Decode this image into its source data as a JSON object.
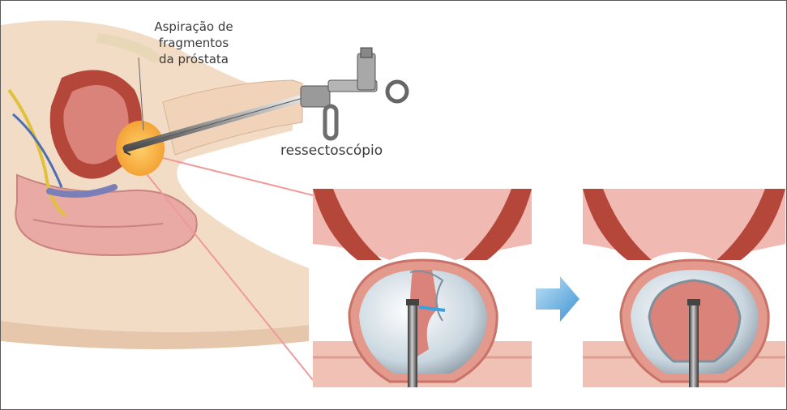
{
  "labels": {
    "aspiration_line1": "Aspiração de",
    "aspiration_line2": "fragmentos",
    "aspiration_line3": "da próstata",
    "resectoscope": "ressectoscópio"
  },
  "icons": {
    "flow_arrow": "arrow-right-icon"
  },
  "colors": {
    "skin": "#f3dcc6",
    "tissue": "#e9a9a4",
    "muscle": "#b5463a",
    "prostate_tissue": "#cfdde6",
    "arrow": "#6fb7e6"
  }
}
